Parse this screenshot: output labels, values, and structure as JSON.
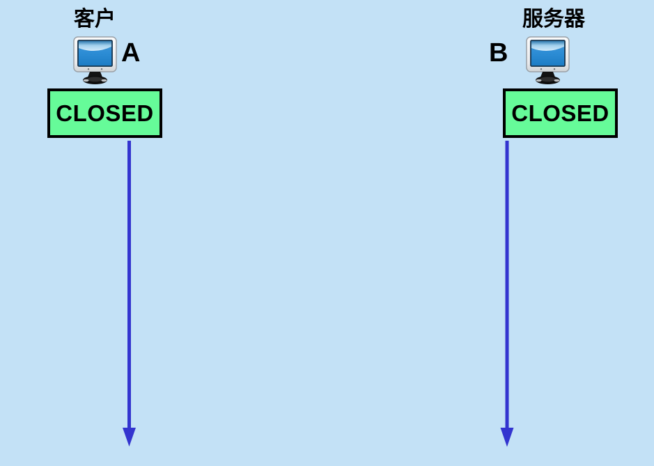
{
  "diagram": {
    "actors": {
      "client": {
        "title": "客户",
        "host_label": "A",
        "state": "CLOSED",
        "icon": "computer-monitor-icon"
      },
      "server": {
        "title": "服务器",
        "host_label": "B",
        "state": "CLOSED",
        "icon": "computer-monitor-icon"
      }
    },
    "colors": {
      "background": "#c3e1f6",
      "state_box_fill": "#66fb99",
      "state_box_border": "#000000",
      "arrow": "#3334cf",
      "text": "#000000"
    }
  }
}
